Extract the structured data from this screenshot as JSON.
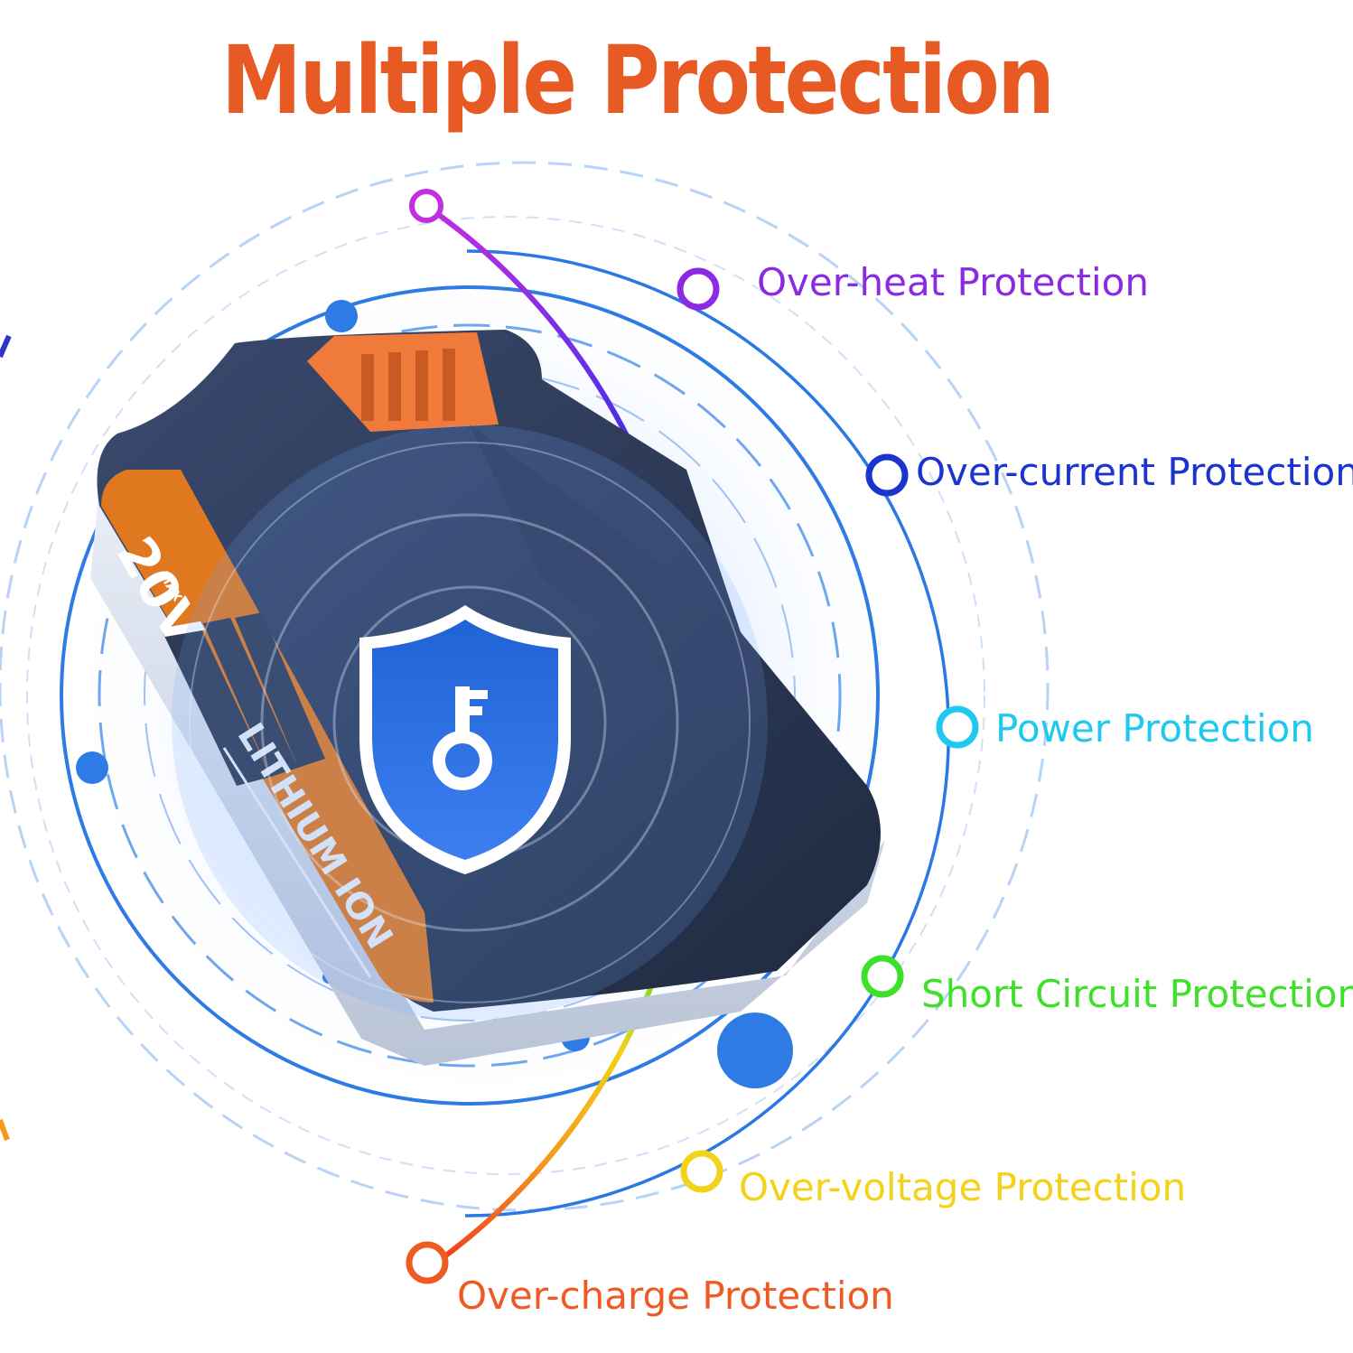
{
  "title": "Multiple Protection",
  "battery": {
    "voltage": "20V",
    "voltage_suffix": "MAX",
    "chemistry": "LITHIUM ION"
  },
  "protections": [
    {
      "label": "Over-heat Protection",
      "color": "#8a2be2"
    },
    {
      "label": "Over-current Protection",
      "color": "#1b33cf"
    },
    {
      "label": "Power Protection",
      "color": "#1ec8ee"
    },
    {
      "label": "Short Circuit Protection",
      "color": "#3fe02a"
    },
    {
      "label": "Over-voltage Protection",
      "color": "#f2d21a"
    },
    {
      "label": "Over-charge Protection",
      "color": "#ef5a24"
    }
  ],
  "icons": {
    "shield": "shield-key-icon",
    "key": "key-icon"
  },
  "colors": {
    "title": "#e85a24",
    "battery_accent": "#e0781f",
    "battery_body": "#2f3b55",
    "shield_fill": "#2f6fe2",
    "ring_blue": "#2a78e4"
  }
}
